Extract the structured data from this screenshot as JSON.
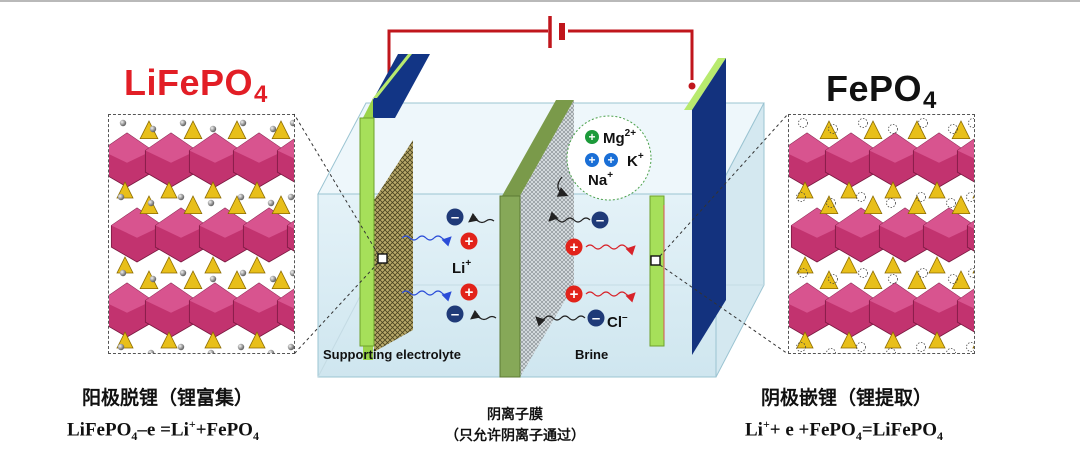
{
  "left": {
    "title_main": "LiFePO",
    "title_sub": "4",
    "caption": "阳极脱锂（锂富集）",
    "equation_a": "LiFePO",
    "equation_sub1": "4",
    "equation_b": "–e =Li",
    "equation_sup": "+",
    "equation_c": "+FePO",
    "equation_sub2": "4"
  },
  "right": {
    "title_main": "FePO",
    "title_sub": "4",
    "caption": "阴极嵌锂（锂提取）",
    "equation_a": "Li",
    "equation_sup": "+",
    "equation_b": "+ e +FePO",
    "equation_sub1": "4",
    "equation_c": "=LiFePO",
    "equation_sub2": "4"
  },
  "cell": {
    "left_chamber_label": "Supporting electrolyte",
    "right_chamber_label": "Brine",
    "li_label": "Li",
    "li_sup": "+",
    "cl_label": "Cl",
    "cl_sup": "–",
    "mg_label": "Mg",
    "mg_sup": "2+",
    "k_label": "K",
    "k_sup": "+",
    "na_label": "Na",
    "na_sup": "+",
    "plus_symbol": "+",
    "minus_symbol": "–"
  },
  "membrane": {
    "line1": "阴离子膜",
    "line2": "（只允许阴离子通过）"
  },
  "colors": {
    "wire": "#c0161c",
    "cation": "#e2231a",
    "anion": "#1f3a78",
    "mg_ion": "#1c9a3a",
    "k_na_ion": "#1a6fd6",
    "electrode_green": "#a6e05a",
    "electrode_blue": "#13327e",
    "octahedron": "#c2336f",
    "tetrahedron": "#e8bf1a"
  }
}
